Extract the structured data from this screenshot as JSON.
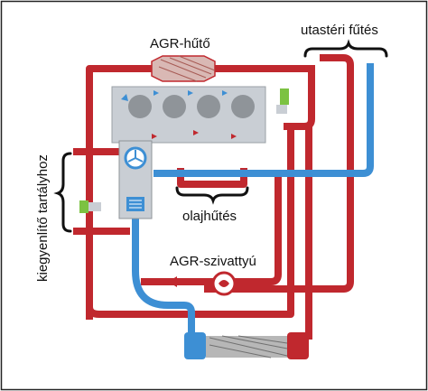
{
  "labels": {
    "egr_cooler": "AGR-hűtő",
    "cabin_heating": "utastéri fűtés",
    "oil_cooling": "olajhűtés",
    "expansion_tank": "kiegyenlítő tartályhoz",
    "egr_pump": "AGR-szivattyú"
  },
  "colors": {
    "hot_pipe": "#c0282e",
    "cold_pipe": "#3d8fd4",
    "engine_block": "#c9ced4",
    "cylinder": "#8f9499",
    "cooler_body": "#d9b8b4",
    "valve_green": "#7cc242",
    "frame": "#222222"
  },
  "icons": {
    "coolant_pump": "fan-icon",
    "thermostat": "thermostat-icon",
    "egr_pump": "pump-icon",
    "sensor": "temperature-sensor-icon"
  }
}
